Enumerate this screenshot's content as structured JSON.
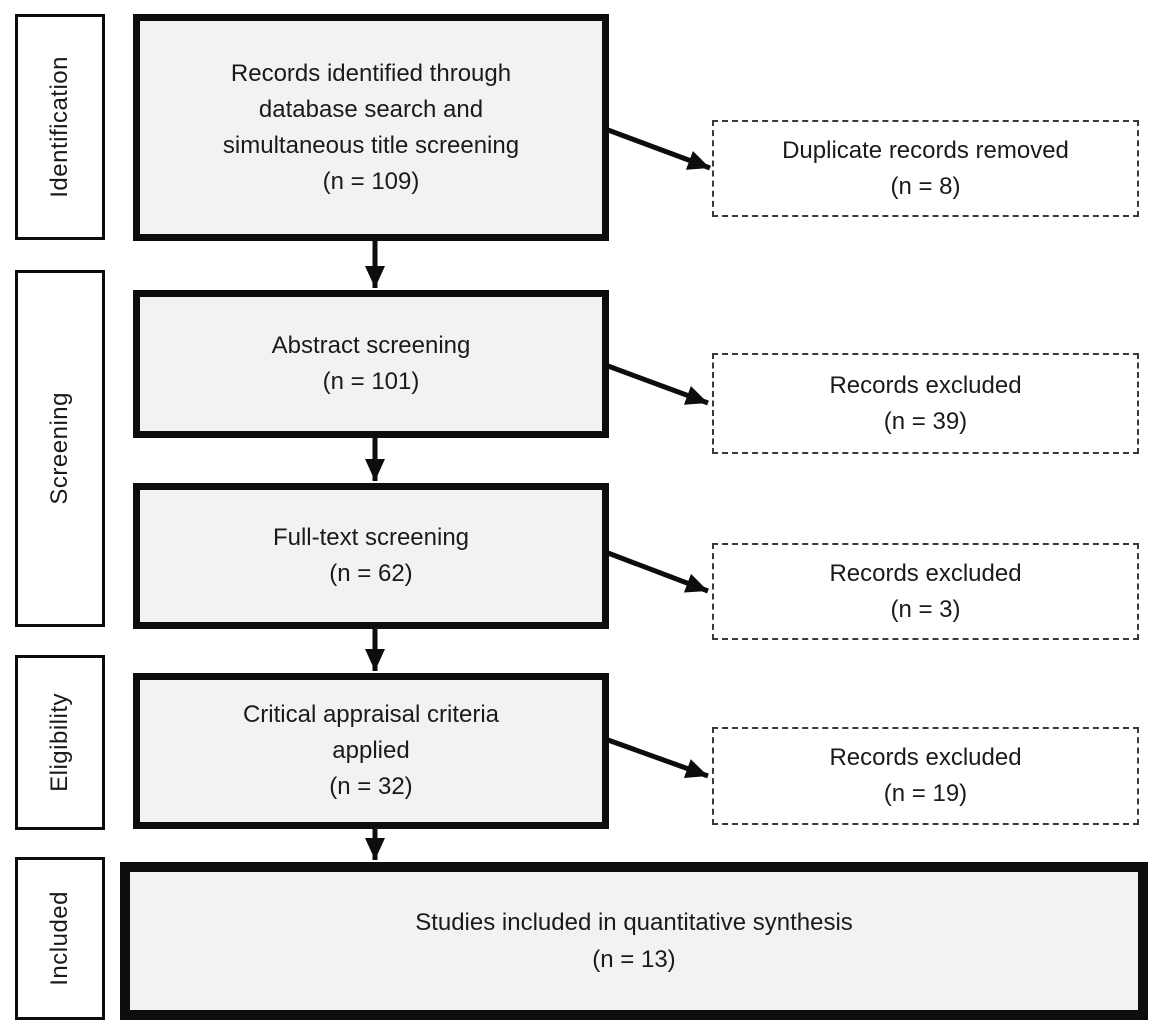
{
  "stages": [
    {
      "label": "Identification"
    },
    {
      "label": "Screening"
    },
    {
      "label": "Eligibility"
    },
    {
      "label": "Included"
    }
  ],
  "main_boxes": [
    {
      "lines": [
        "Records identified through",
        "database search and",
        "simultaneous title screening",
        "(n = 109)"
      ]
    },
    {
      "lines": [
        "Abstract screening",
        "(n = 101)"
      ]
    },
    {
      "lines": [
        "Full-text screening",
        "(n = 62)"
      ]
    },
    {
      "lines": [
        "Critical appraisal criteria",
        "applied",
        "(n = 32)"
      ]
    },
    {
      "lines": [
        "Studies included in quantitative synthesis",
        "(n = 13)"
      ]
    }
  ],
  "side_boxes": [
    {
      "lines": [
        "Duplicate records removed",
        "(n = 8)"
      ]
    },
    {
      "lines": [
        "Records excluded",
        "(n = 39)"
      ]
    },
    {
      "lines": [
        "Records excluded",
        "(n = 3)"
      ]
    },
    {
      "lines": [
        "Records excluded",
        "(n = 19)"
      ]
    }
  ],
  "colors": {
    "box_fill": "#f2f2f0",
    "box_border": "#0d0d0d",
    "side_border": "#3a3a3a",
    "arrow": "#0d0d0d",
    "background": "#ffffff"
  }
}
